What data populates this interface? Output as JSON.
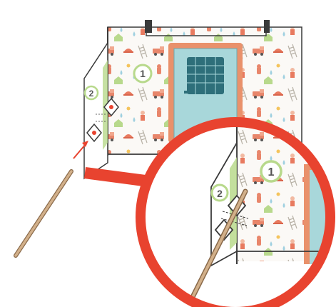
{
  "labels": {
    "back_panel_number": "1",
    "side_panel_number": "2",
    "zoom_back_panel_number": "1",
    "zoom_side_panel_number": "2"
  },
  "colors": {
    "callout_red": "#E8432F",
    "door_blue": "#A8D7DA",
    "door_frame_orange": "#E9916B",
    "number_circle_green": "#B8D98C",
    "stick_tan": "#C9A27A",
    "outline": "#3A3A3A",
    "wallpaper_bg": "#FBF9F6"
  },
  "icons": {
    "pattern": "firefighter-pattern",
    "door_window": "grid-window-icon",
    "attach_tab": "attach-tab-icon",
    "direction_arrow": "arrow-icon"
  }
}
